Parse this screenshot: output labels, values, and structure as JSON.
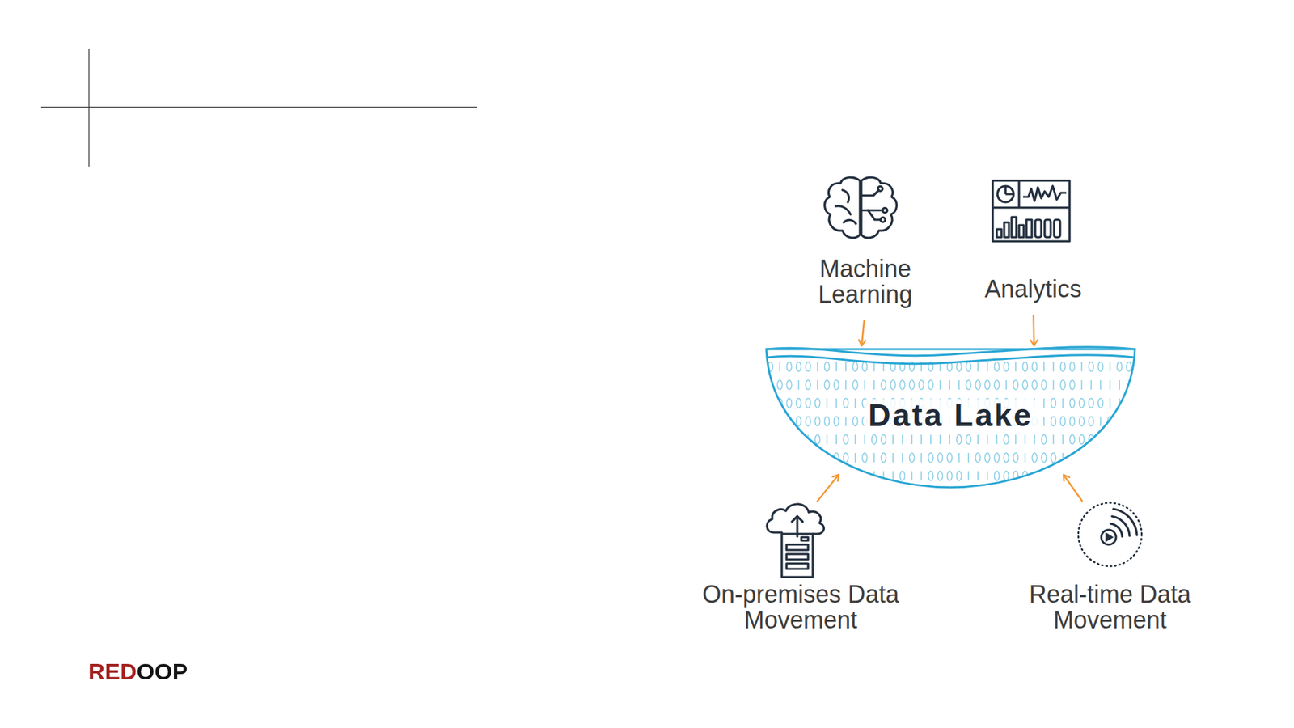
{
  "diagram": {
    "nodes": [
      {
        "text": [
          "Machine Learning"
        ]
      },
      {
        "text": [
          "Analytics"
        ]
      },
      {
        "text": [
          "Data Lake"
        ]
      },
      {
        "text": [
          "On-premises Data Movement"
        ]
      },
      {
        "text": [
          "Real-time Data Movement"
        ]
      }
    ],
    "edges": [
      {
        "from": 0,
        "to": 2,
        "arrow": "to"
      },
      {
        "from": 1,
        "to": 2,
        "arrow": "to"
      },
      {
        "from": 3,
        "to": 2,
        "arrow": "to"
      },
      {
        "from": 4,
        "to": 2,
        "arrow": "to"
      }
    ],
    "labels": [
      "REDOOP"
    ]
  }
}
